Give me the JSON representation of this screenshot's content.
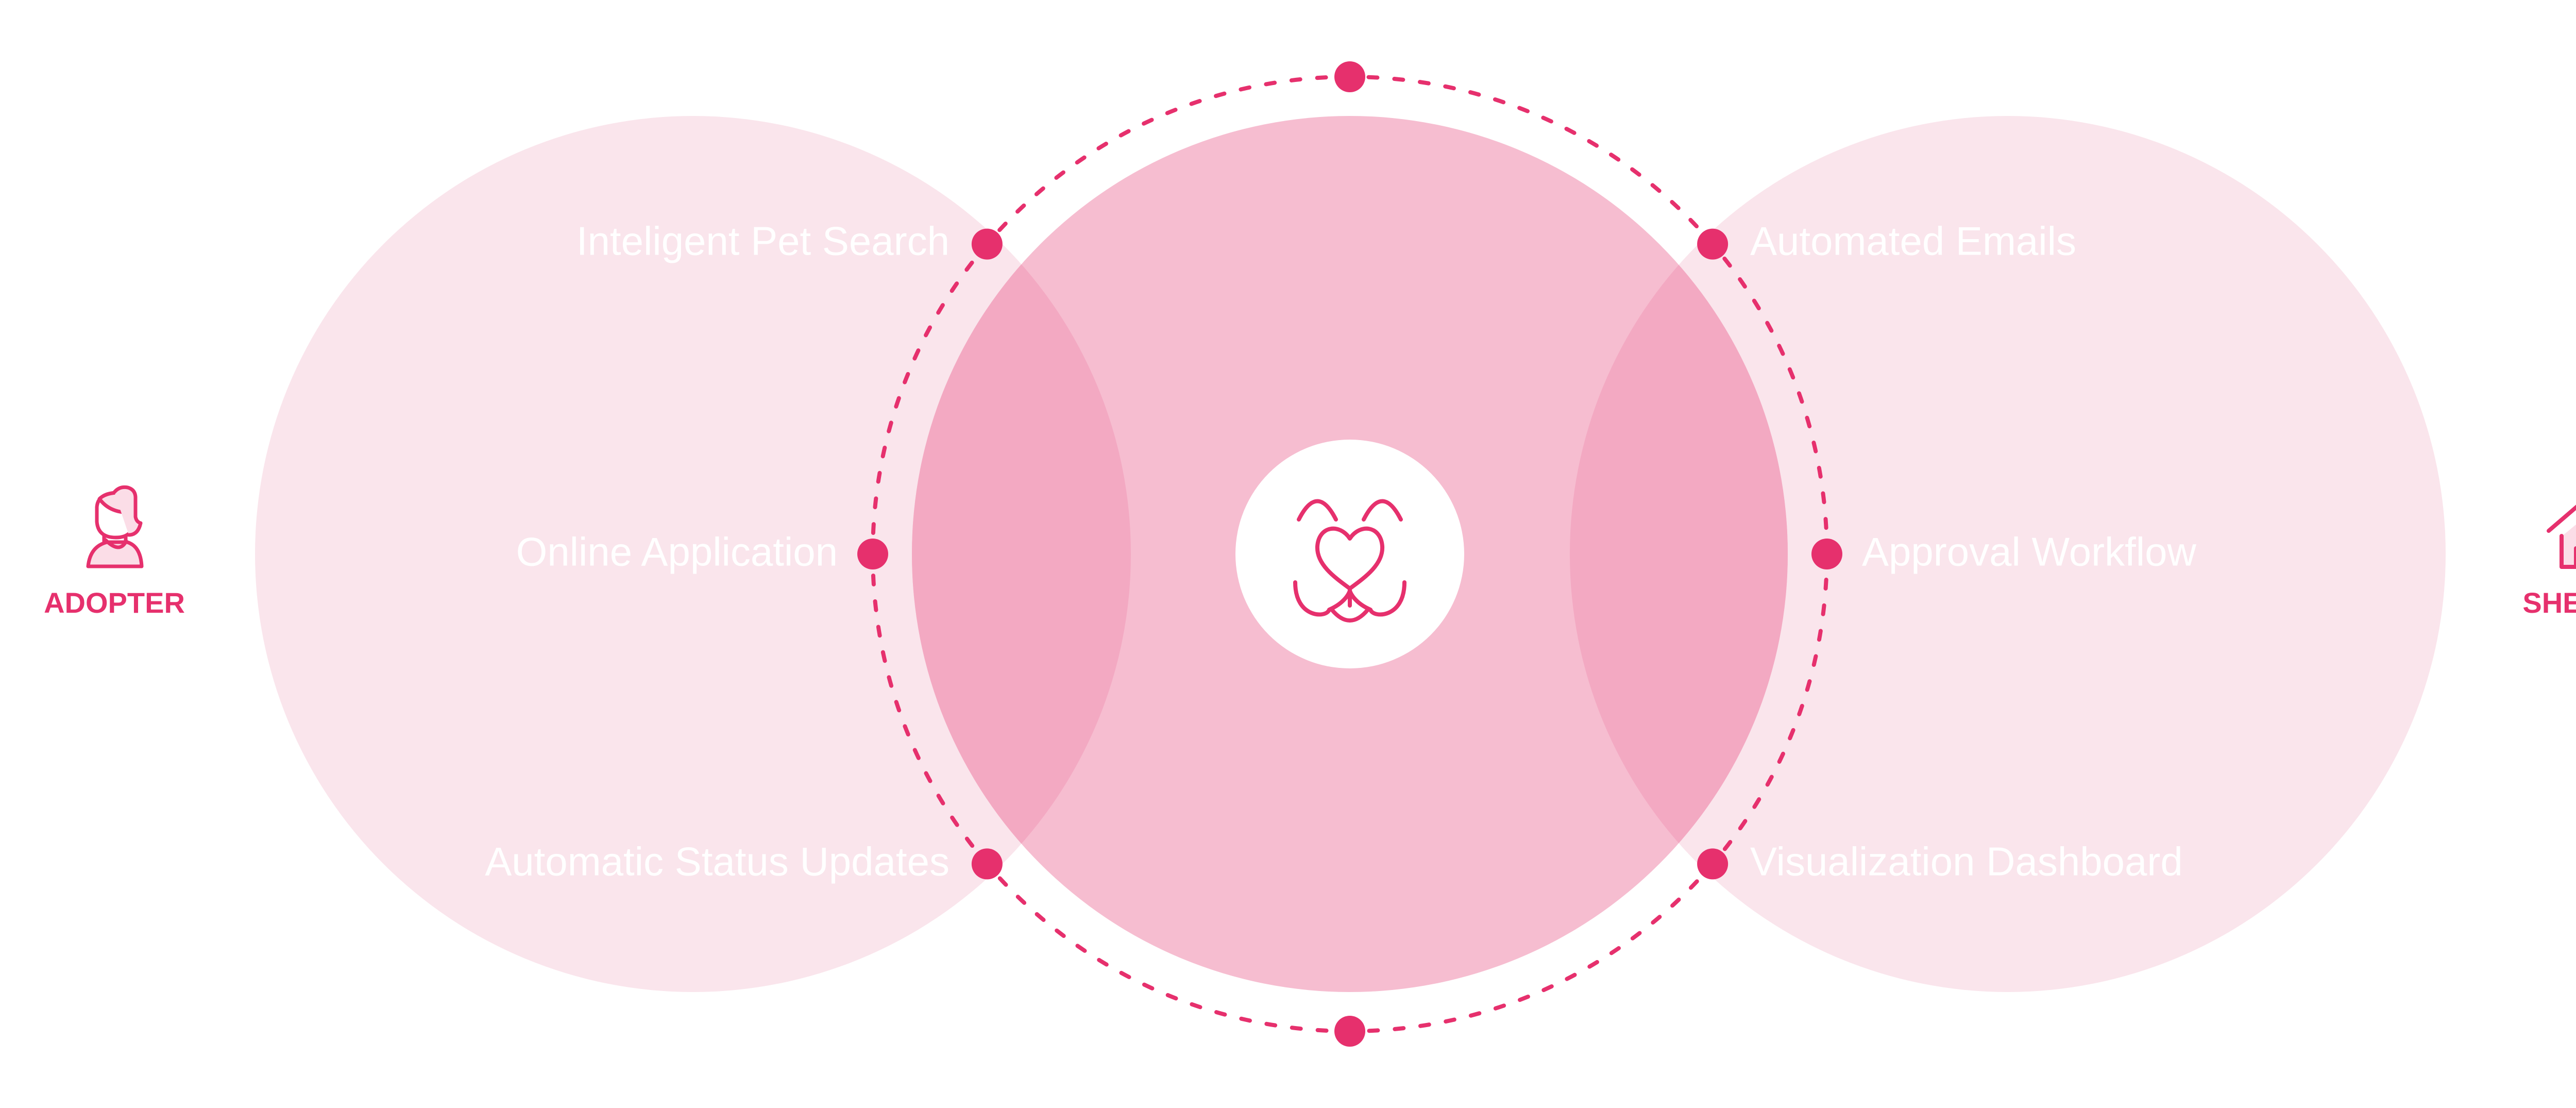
{
  "colors": {
    "accent": "#e6306d",
    "side_circle": "#fae5ec",
    "center_circle": "#f6bdd0",
    "overlap": "#f3a9c2",
    "icon_fill": "#fbdde7"
  },
  "roles": {
    "left": {
      "label": "ADOPTER",
      "icon": "adopter-person-icon"
    },
    "right": {
      "label": "SHELTER",
      "icon": "house-icon"
    }
  },
  "center": {
    "icon": "pet-face-heart-icon"
  },
  "features": {
    "left": [
      "Inteligent Pet Search",
      "Online Application",
      "Automatic Status Updates"
    ],
    "right": [
      "Automated Emails",
      "Approval Workflow",
      "Visualization Dashboard"
    ]
  }
}
